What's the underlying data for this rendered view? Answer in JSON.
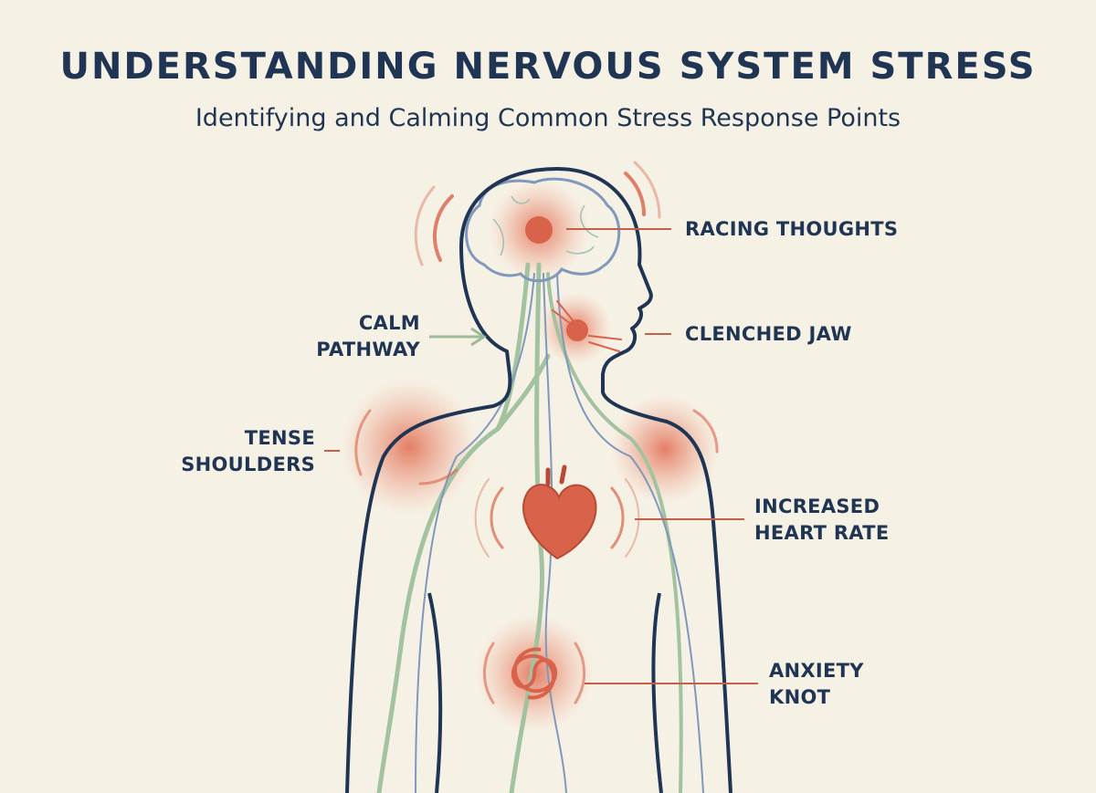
{
  "header": {
    "title": "UNDERSTANDING NERVOUS SYSTEM STRESS",
    "subtitle": "Identifying and Calming Common Stress Response Points"
  },
  "labels": {
    "racing_thoughts": "RACING THOUGHTS",
    "clenched_jaw": "CLENCHED JAW",
    "calm_pathway": [
      "CALM",
      "PATHWAY"
    ],
    "tense_shoulders": [
      "TENSE",
      "SHOULDERS"
    ],
    "increased_heart_rate": [
      "INCREASED",
      "HEART RATE"
    ],
    "anxiety_knot": [
      "ANXIETY",
      "KNOT"
    ]
  },
  "colors": {
    "background": "#f6f1e5",
    "navy": "#1f3553",
    "stress_red": "#d9634a",
    "calm_green": "#a3c3a0",
    "nerve_blue": "#7f98bb"
  }
}
